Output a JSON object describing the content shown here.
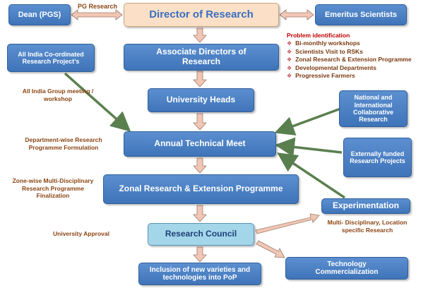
{
  "boxes": {
    "dean": "Dean (PGS)",
    "director": "Director of Research",
    "emeritus": "Emeritus Scientists",
    "associate": "Associate Directors of Research",
    "university_heads": "University Heads",
    "aicrp": "All India Co-ordinated Research Project’s",
    "annual_meet": "Annual Technical Meet",
    "national": "National and International Collaborative Research",
    "external": "Externally funded Research Projects",
    "zonal": "Zonal Research & Extension Programme",
    "experimentation": "Experimentation",
    "research_council": "Research Council",
    "inclusion": "Inclusion of new varieties and technologies into PoP",
    "technology": "Technology Commercialization"
  },
  "annotations": {
    "pg_research": "PG Research",
    "multi_disciplinary": "Multi- Disciplinary, Location specific Research"
  },
  "side_labels": {
    "group_meeting": "All India Group meeting / workshop",
    "dept_wise": "Department-wise Research Programme Formulation",
    "zone_wise": "Zone-wise Multi-Disciplinary Research Programme Finalization",
    "university_approval": "University Approval"
  },
  "problem_identification": {
    "title": "Problem identification",
    "items": [
      "Bi-monthly workshops",
      "Scientists Visit to RSKs",
      "Zonal Research & Extension Programme",
      "Developmental Departments",
      "Progressive Farmers"
    ]
  },
  "colors": {
    "box_blue": "#4a80c4",
    "director_fill": "#fbe0c7",
    "research_council_fill": "#a4d6ea",
    "arrow_fill": "#f2c6b4",
    "green_arrow": "#5a7f4f",
    "side_text": "#8b4513",
    "problem_title": "#c00000"
  },
  "icons": {
    "bullet": "diamond-bullet-icon"
  }
}
